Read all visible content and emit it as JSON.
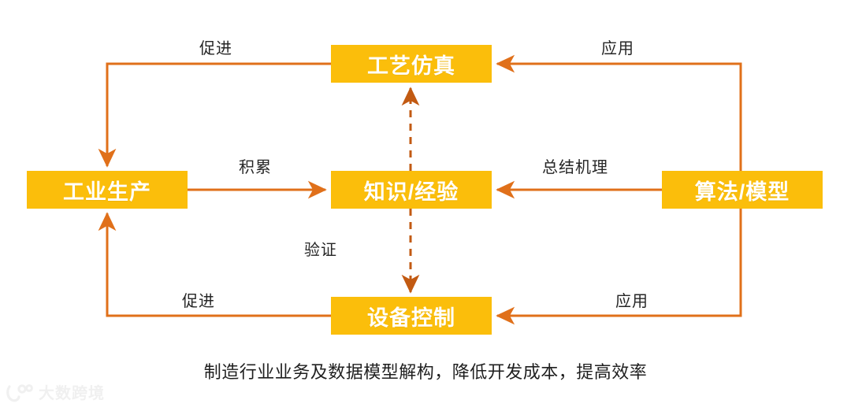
{
  "diagram": {
    "type": "cycle-flow",
    "nodes": [
      {
        "id": "process-simulation",
        "label": "工艺仿真"
      },
      {
        "id": "industrial-production",
        "label": "工业生产"
      },
      {
        "id": "knowledge-experience",
        "label": "知识/经验"
      },
      {
        "id": "algorithm-model",
        "label": "算法/模型"
      },
      {
        "id": "equipment-control",
        "label": "设备控制"
      }
    ],
    "edges": [
      {
        "id": "sim-to-production",
        "label": "促进",
        "from": "process-simulation",
        "to": "industrial-production",
        "style": "solid"
      },
      {
        "id": "model-to-simulation",
        "label": "应用",
        "from": "algorithm-model",
        "to": "process-simulation",
        "style": "solid"
      },
      {
        "id": "production-to-knowledge",
        "label": "积累",
        "from": "industrial-production",
        "to": "knowledge-experience",
        "style": "solid"
      },
      {
        "id": "model-to-knowledge",
        "label": "总结机理",
        "from": "algorithm-model",
        "to": "knowledge-experience",
        "style": "solid"
      },
      {
        "id": "knowledge-to-equipment",
        "label": "验证",
        "from": "knowledge-experience",
        "to": "equipment-control",
        "style": "dashed"
      },
      {
        "id": "equipment-to-production",
        "label": "促进",
        "from": "equipment-control",
        "to": "industrial-production",
        "style": "solid"
      },
      {
        "id": "model-to-equipment",
        "label": "应用",
        "from": "algorithm-model",
        "to": "equipment-control",
        "style": "solid"
      }
    ],
    "colors": {
      "node_fill": "#FBBE0B",
      "node_text": "#FFFFFF",
      "arrow": "#E0701A",
      "dashed_arrow": "#C25A12",
      "label_text": "#262626",
      "caption_text": "#1F1F1F",
      "watermark": "#EFEFEF"
    }
  },
  "caption": {
    "text": "制造行业业务及数据模型解构，降低开发成本，提高效率"
  },
  "watermark": {
    "text": "大数跨境",
    "icon": "logo-mark-icon"
  }
}
